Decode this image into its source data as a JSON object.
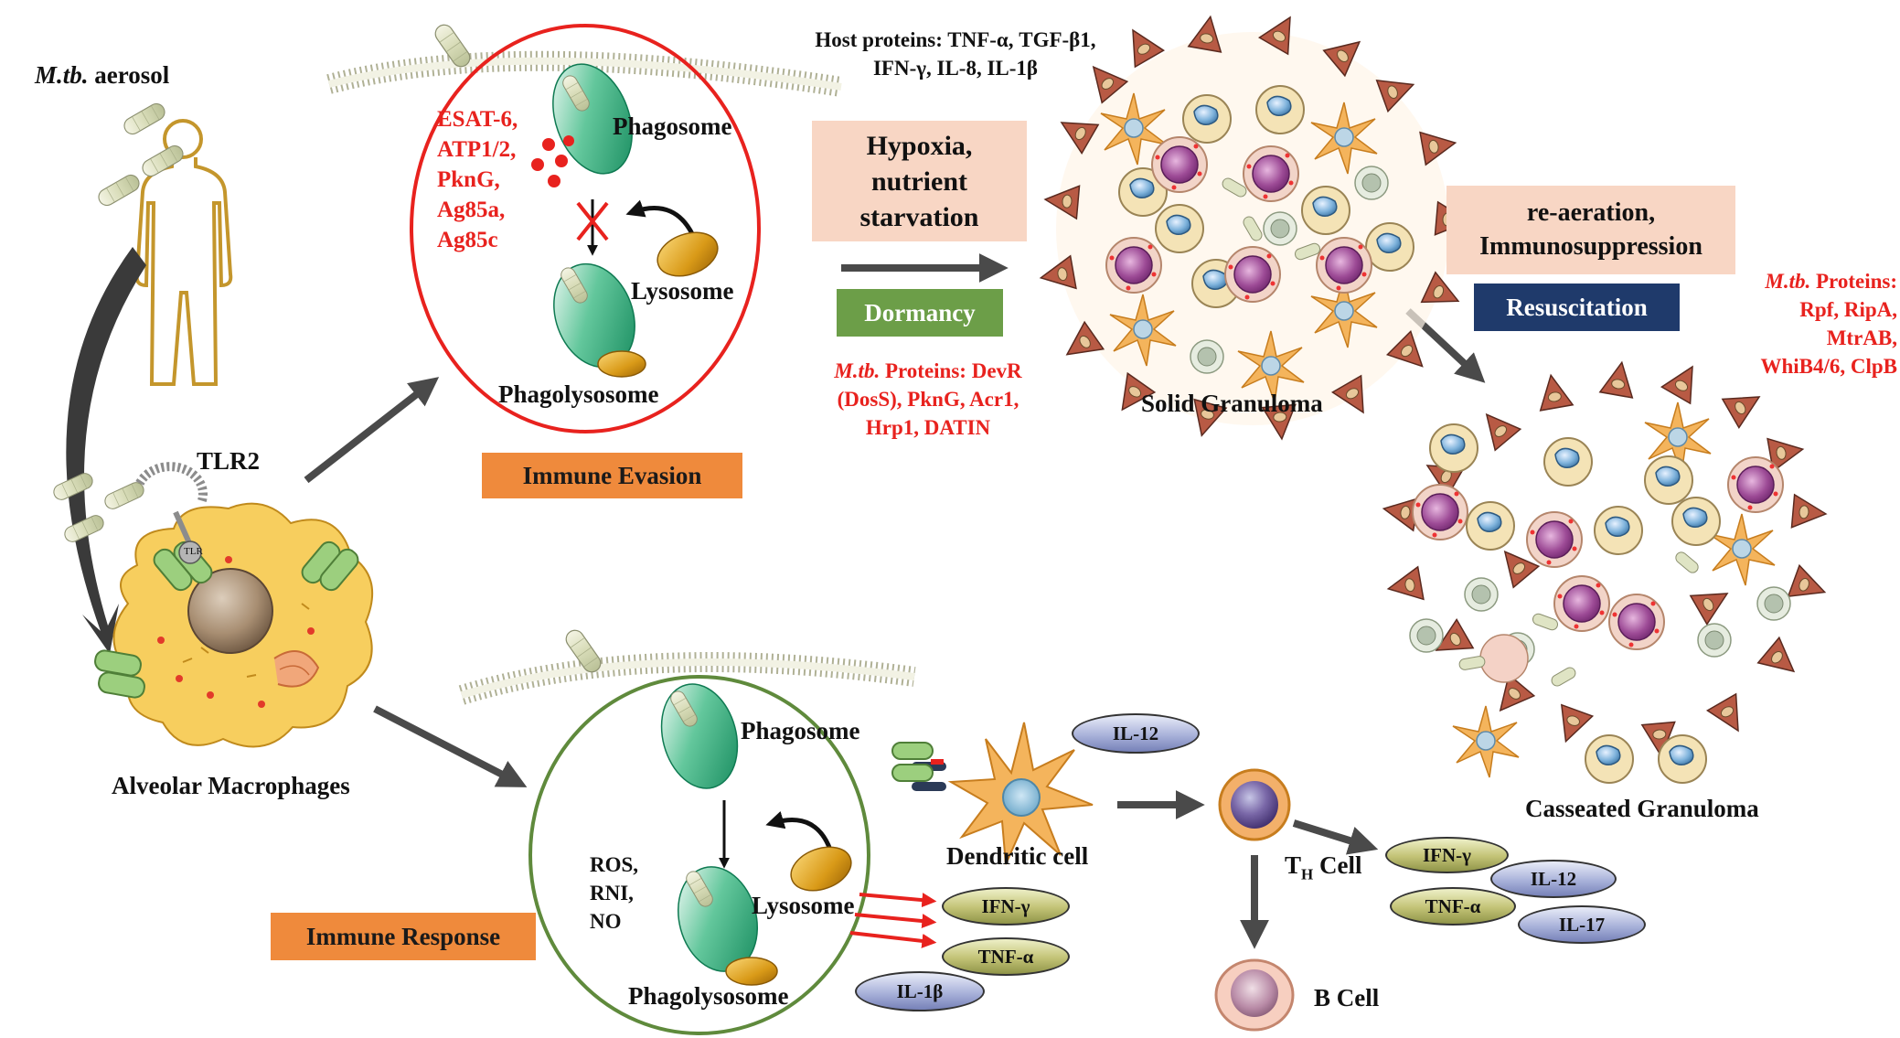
{
  "labels": {
    "mtb_aerosol_italic": "M.tb.",
    "mtb_aerosol_rest": " aerosol",
    "tlr2": "TLR2",
    "alveolar_macrophages": "Alveolar Macrophages",
    "tlr_small": "TLR",
    "host_proteins": [
      "Host proteins: TNF-α, TGF-β1,",
      "IFN-γ, IL-8, IL-1β"
    ],
    "solid_granuloma": "Solid Granuloma",
    "casseated_granuloma": "Casseated Granuloma",
    "dendritic_cell": "Dendritic cell",
    "th_main": "T",
    "th_sub": "H",
    "th_rest": " Cell",
    "b_cell": "B Cell"
  },
  "evasion_panel": {
    "phagosome": "Phagosome",
    "lysosome": "Lysosome",
    "phagolysosome": "Phagolysosome",
    "red_proteins": [
      "ESAT-6,",
      "ATP1/2,",
      "PknG,",
      "Ag85a,",
      "Ag85c"
    ]
  },
  "response_panel": {
    "phagosome": "Phagosome",
    "lysosome": "Lysosome",
    "phagolysosome": "Phagolysosome",
    "ros": [
      "ROS,",
      "RNI,",
      "NO"
    ]
  },
  "boxes": {
    "immune_evasion": "Immune Evasion",
    "immune_response": "Immune Response",
    "hypoxia": [
      "Hypoxia,",
      "nutrient",
      "starvation"
    ],
    "dormancy": "Dormancy",
    "reaeration": [
      "re-aeration,",
      "Immunosuppression"
    ],
    "resuscitation": "Resuscitation"
  },
  "dormancy_proteins": {
    "italic": "M.tb.",
    "lines": [
      " Proteins: DevR",
      "(DosS), PknG, Acr1,",
      "Hrp1, DATIN"
    ]
  },
  "resuscitation_proteins": {
    "italic": "M.tb.",
    "lines": [
      " Proteins:",
      "Rpf, RipA,",
      "MtrAB,",
      "WhiB4/6, ClpB"
    ]
  },
  "cytokines": {
    "il12_dc": "IL-12",
    "ifn_g_lyso": "IFN-γ",
    "tnf_a_lyso": "TNF-α",
    "il1b": "IL-1β",
    "ifn_g_th": "IFN-γ",
    "il12_th": "IL-12",
    "tnf_a_th": "TNF-α",
    "il17": "IL-17"
  },
  "colors": {
    "red_text": "#e8221e",
    "orange_box": "#ef8a3c",
    "peach_box": "#f8d6c4",
    "dormancy_green": "#6c9e48",
    "resuscitation_navy": "#1f3a6b",
    "evasion_circle": "#e8221e",
    "response_circle": "#5f8a3c",
    "arrow_gray": "#4a4a4a"
  },
  "icons": [
    "human-silhouette-icon",
    "bacillus-icon",
    "macrophage-icon",
    "dendritic-cell-icon",
    "granuloma-icon",
    "membrane-icon"
  ]
}
